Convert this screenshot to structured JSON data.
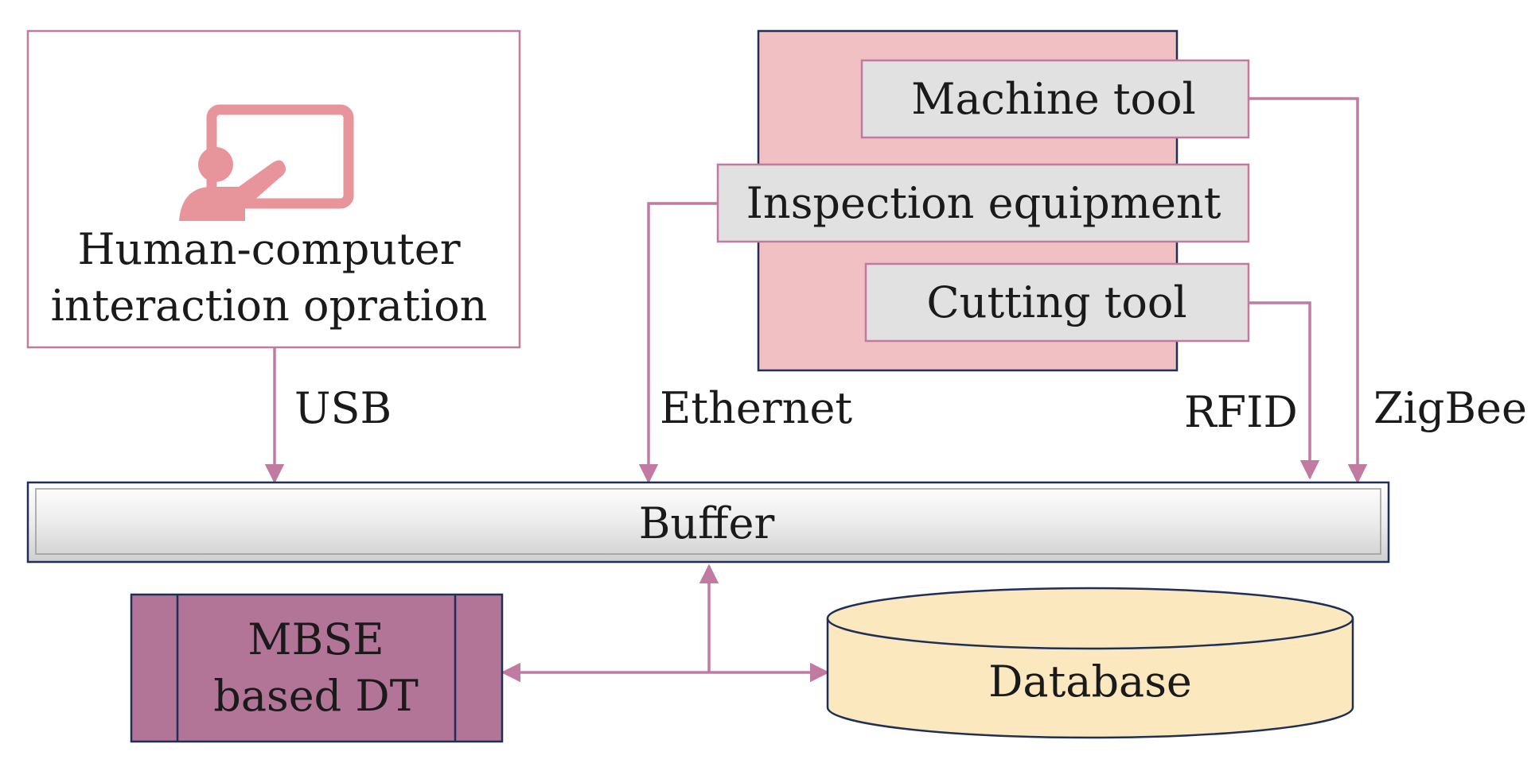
{
  "nodes": {
    "hci": {
      "line1": "Human-computer",
      "line2": "interaction opration"
    },
    "machine_tool": {
      "label": "Machine tool"
    },
    "inspection": {
      "label": "Inspection equipment"
    },
    "cutting_tool": {
      "label": "Cutting tool"
    },
    "buffer": {
      "label": "Buffer"
    },
    "mbse": {
      "line1": "MBSE",
      "line2": "based DT"
    },
    "database": {
      "label": "Database"
    }
  },
  "connections": {
    "usb": "USB",
    "ethernet": "Ethernet",
    "rfid": "RFID",
    "zigbee": "ZigBee"
  },
  "colors": {
    "line": "#c27ba0",
    "pink_panel": "#f0c0c3",
    "grey_box": "#e1e1e1",
    "mbse_fill": "#b27497",
    "database_fill": "#fbe8bf",
    "icon": "#e8949b",
    "border_dark": "#1f2f55"
  },
  "icons": {
    "hci": "presenter-icon"
  }
}
